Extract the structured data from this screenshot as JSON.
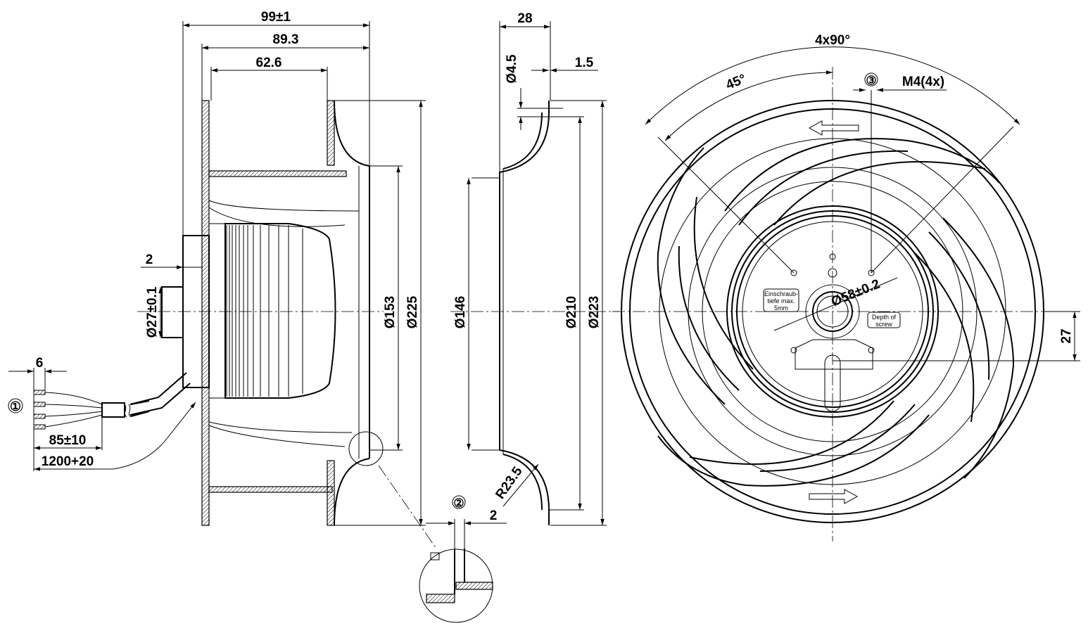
{
  "drawing": {
    "side_view": {
      "overall_depth": "99±1",
      "rotor_depth": "89.3",
      "motor_depth": "62.6",
      "hub_offset": "2",
      "hub_diameter": "Ø27±0.1",
      "impeller_inner_diameter": "Ø153",
      "impeller_outer_diameter": "Ø225"
    },
    "cable": {
      "marker": "①",
      "strip_length": "6",
      "sleeve_length": "85±10",
      "cable_length": "1200+20"
    },
    "inlet_ring": {
      "depth": "28",
      "hole_diameter": "Ø4.5",
      "wall_thickness": "1.5",
      "inner_diameter": "Ø146",
      "flange_inner_diameter": "Ø210",
      "flange_outer_diameter": "Ø223",
      "radius": "R23.5"
    },
    "detail": {
      "marker": "②",
      "gap": "2"
    },
    "front_view": {
      "angle_pitch": "4x90°",
      "angle_offset": "45°",
      "marker": "③",
      "thread": "M4(4x)",
      "bolt_circle": "Ø58±0.2",
      "offset": "27",
      "note_de_line1": "Einschraub-",
      "note_de_line2": "tiefe max.",
      "note_de_line3": "5mm",
      "note_en_line1": "Depth of",
      "note_en_line2": "screw"
    }
  }
}
